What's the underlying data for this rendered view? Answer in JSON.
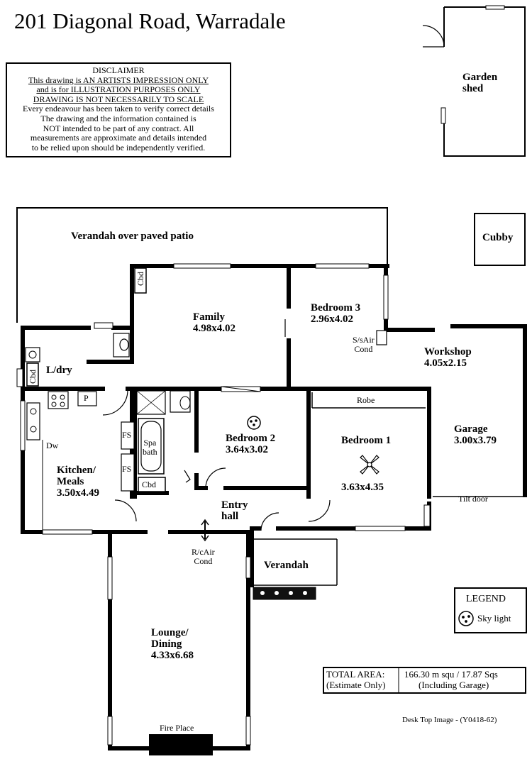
{
  "title": "201 Diagonal Road, Warradale",
  "disclaimer": {
    "heading": "DISCLAIMER",
    "underlined": [
      "This drawing is AN ARTISTS IMPRESSION ONLY",
      "and is for ILLUSTRATION PURPOSES ONLY",
      "DRAWING IS NOT NECESSARILY TO SCALE"
    ],
    "body": [
      "Every endeavour has been taken to verify correct details",
      "The drawing and the information contained is",
      "NOT intended to be part of any contract. All",
      "measurements are approximate and details intended",
      "to be relied upon should be independently verified."
    ]
  },
  "rooms": {
    "garden_shed": [
      "Garden",
      "shed"
    ],
    "cubby": "Cubby",
    "verandah_patio": "Verandah over paved patio",
    "family": {
      "name": "Family",
      "size": "4.98x4.02"
    },
    "bedroom3": {
      "name": "Bedroom 3",
      "size": "2.96x4.02"
    },
    "workshop": {
      "name": "Workshop",
      "size": "4.05x2.15"
    },
    "ldry": "L/dry",
    "bedroom2": {
      "name": "Bedroom 2",
      "size": "3.64x3.02"
    },
    "bedroom1": {
      "name": "Bedroom 1",
      "size": "3.63x4.35"
    },
    "garage": {
      "name": "Garage",
      "size": "3.00x3.79"
    },
    "kitchen": {
      "name": "Kitchen/",
      "name2": "Meals",
      "size": "3.50x4.49"
    },
    "entry": [
      "Entry",
      "hall"
    ],
    "verandah": "Verandah",
    "lounge": {
      "name": "Lounge/",
      "name2": "Dining",
      "size": "4.33x6.68"
    }
  },
  "labels": {
    "cbd": "Cbd",
    "ssair": [
      "S/sAir",
      "Cond"
    ],
    "robe": "Robe",
    "p": "P",
    "dw": "Dw",
    "fs": "FS",
    "spa": [
      "Spa",
      "bath"
    ],
    "tilt_door": "Tilt door",
    "rcair": [
      "R/cAir",
      "Cond"
    ],
    "fire_place": "Fire Place"
  },
  "legend": {
    "title": "LEGEND",
    "item": "Sky light"
  },
  "area": {
    "label1": "TOTAL AREA:",
    "label2": "(Estimate Only)",
    "value1": "166.30 m squ /  17.87 Sqs",
    "value2": "(Including Garage)"
  },
  "footer": "Desk Top Image - (Y0418-62)"
}
